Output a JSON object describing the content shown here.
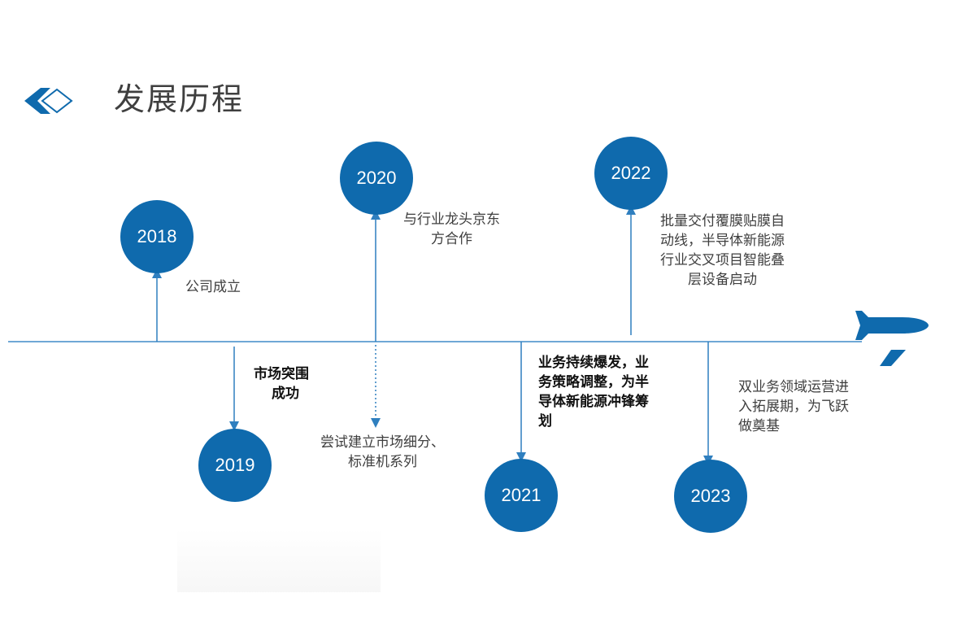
{
  "page": {
    "title": "发展历程"
  },
  "colors": {
    "accent": "#0f6aad",
    "axis": "#6fa8d6",
    "connector": "#2f7fbf",
    "title_text": "#3f3f3f",
    "body_text": "#3f3f3f"
  },
  "icons": {
    "logo": "chevron-diamond-logo-icon",
    "plane": "airplane-icon"
  },
  "timeline": {
    "milestones": [
      {
        "year": "2018",
        "lines": [
          "公司成立"
        ]
      },
      {
        "year": "2019",
        "lines": [
          "市场突围",
          "成功"
        ]
      },
      {
        "year": "2020",
        "lines": [
          "与行业龙头京东",
          "方合作"
        ],
        "note": [
          "尝试建立市场细分、",
          "标准机系列"
        ]
      },
      {
        "year": "2021",
        "lines": [
          "业务持续爆发，业",
          "务策略调整，为半",
          "导体新能源冲锋筹",
          "划"
        ]
      },
      {
        "year": "2022",
        "lines": [
          "批量交付覆膜贴膜自",
          "动线，半导体新能源",
          "行业交叉项目智能叠",
          "层设备启动"
        ]
      },
      {
        "year": "2023",
        "lines": [
          "双业务领域运营进",
          "入拓展期，为飞跃",
          "做奠基"
        ]
      }
    ]
  }
}
